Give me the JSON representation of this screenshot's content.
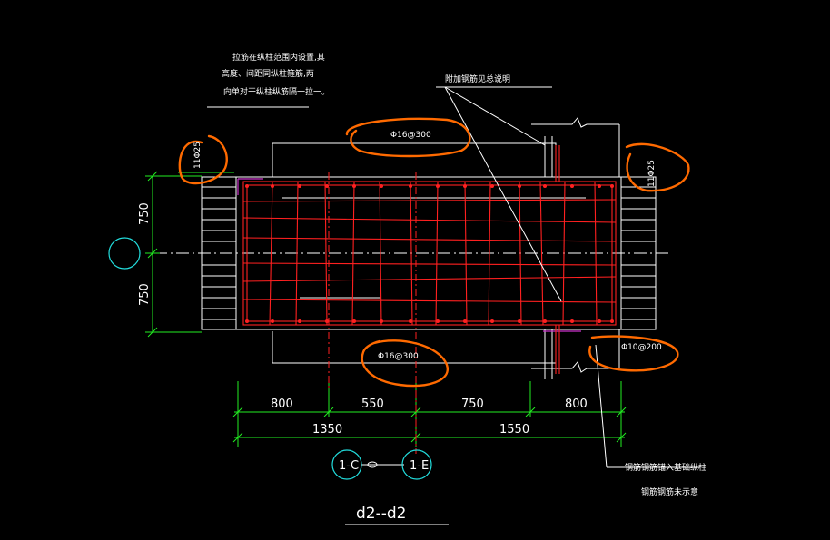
{
  "drawing": {
    "section_title": "d2--d2",
    "note_top_left": [
      "拉筋在纵柱范围内设置,其",
      "高度、间距同纵柱箍筋,两",
      "向单对干纵柱纵筋隔一拉一。"
    ],
    "note_top_right": "附加钢筋见总说明",
    "note_bottom_right": [
      "钢筋钢筋锚入基础纵柱",
      "钢筋钢筋未示意"
    ],
    "rebar_top": "Φ16@300",
    "rebar_bottom": "Φ16@300",
    "rebar_stirrup": "Φ10@200",
    "rebar_left": "11Φ25",
    "rebar_right": "11Φ25",
    "dims_vertical": [
      "750",
      "750"
    ],
    "dims_horizontal_row1": [
      "800",
      "550",
      "750",
      "800"
    ],
    "dims_horizontal_row2": [
      "1350",
      "1550"
    ],
    "axis_labels": [
      "1-C",
      "1-E"
    ],
    "axis_label_left": ""
  },
  "colors": {
    "background": "#000000",
    "outline": "#ffffff",
    "rebar": "#ff2020",
    "dimension": "#22ee22",
    "axis_bubble": "#22dddd",
    "markup": "#ff6a00",
    "hatch": "#cc33cc"
  }
}
